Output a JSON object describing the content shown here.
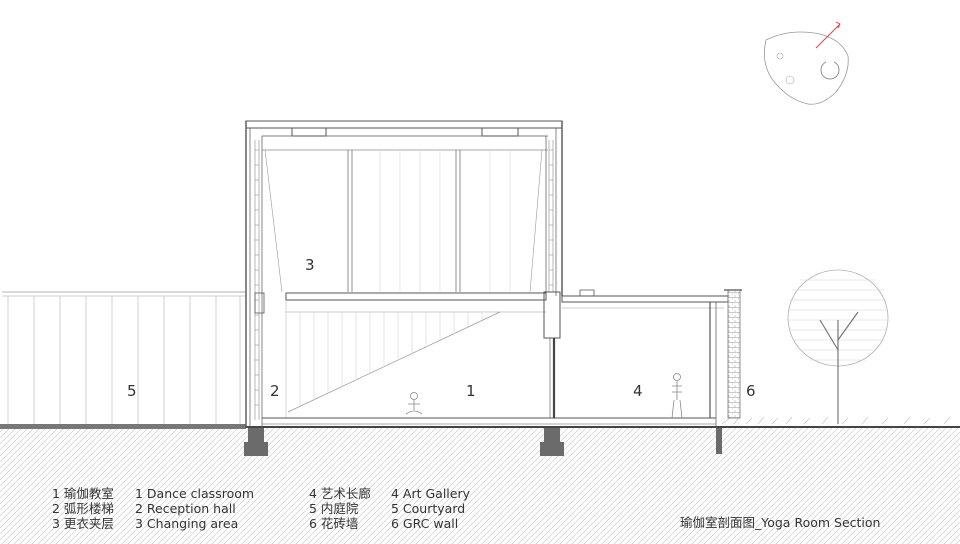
{
  "labels": {
    "space_1": "1",
    "space_2": "2",
    "space_3": "3",
    "space_4": "4",
    "space_5": "5",
    "space_6": "6"
  },
  "legend": {
    "cn_col1": [
      "1 瑜伽教室",
      "2 弧形楼梯",
      "3 更衣夹层"
    ],
    "en_col1": [
      "1 Dance classroom",
      "2 Reception hall",
      "3 Changing area"
    ],
    "cn_col2": [
      "4 艺术长廊",
      "5 内庭院",
      "6 花砖墙"
    ],
    "en_col2": [
      "4 Art Gallery",
      "5 Courtyard",
      "6 GRC wall"
    ]
  },
  "caption": "瑜伽室剖面图_Yoga Room Section",
  "colors": {
    "line": "#555555",
    "ground_hatch": "#bbbbbb",
    "foundation": "#666666",
    "key_plan_accent": "#d94040"
  }
}
